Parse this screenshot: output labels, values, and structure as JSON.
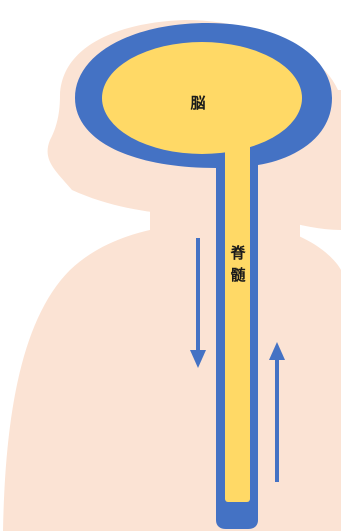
{
  "labels": {
    "brain": "脳",
    "spinal_cord_line1": "脊",
    "spinal_cord_line2": "髄"
  },
  "colors": {
    "body_silhouette": "#FBE3D4",
    "nerve_outline": "#4472C4",
    "nerve_fill": "#FFD966",
    "arrow": "#4472C4",
    "label_text": "#1a1a1a",
    "background": "#FFFFFF"
  },
  "arrows": [
    {
      "name": "descending-signal",
      "direction": "down"
    },
    {
      "name": "ascending-signal",
      "direction": "up"
    }
  ]
}
